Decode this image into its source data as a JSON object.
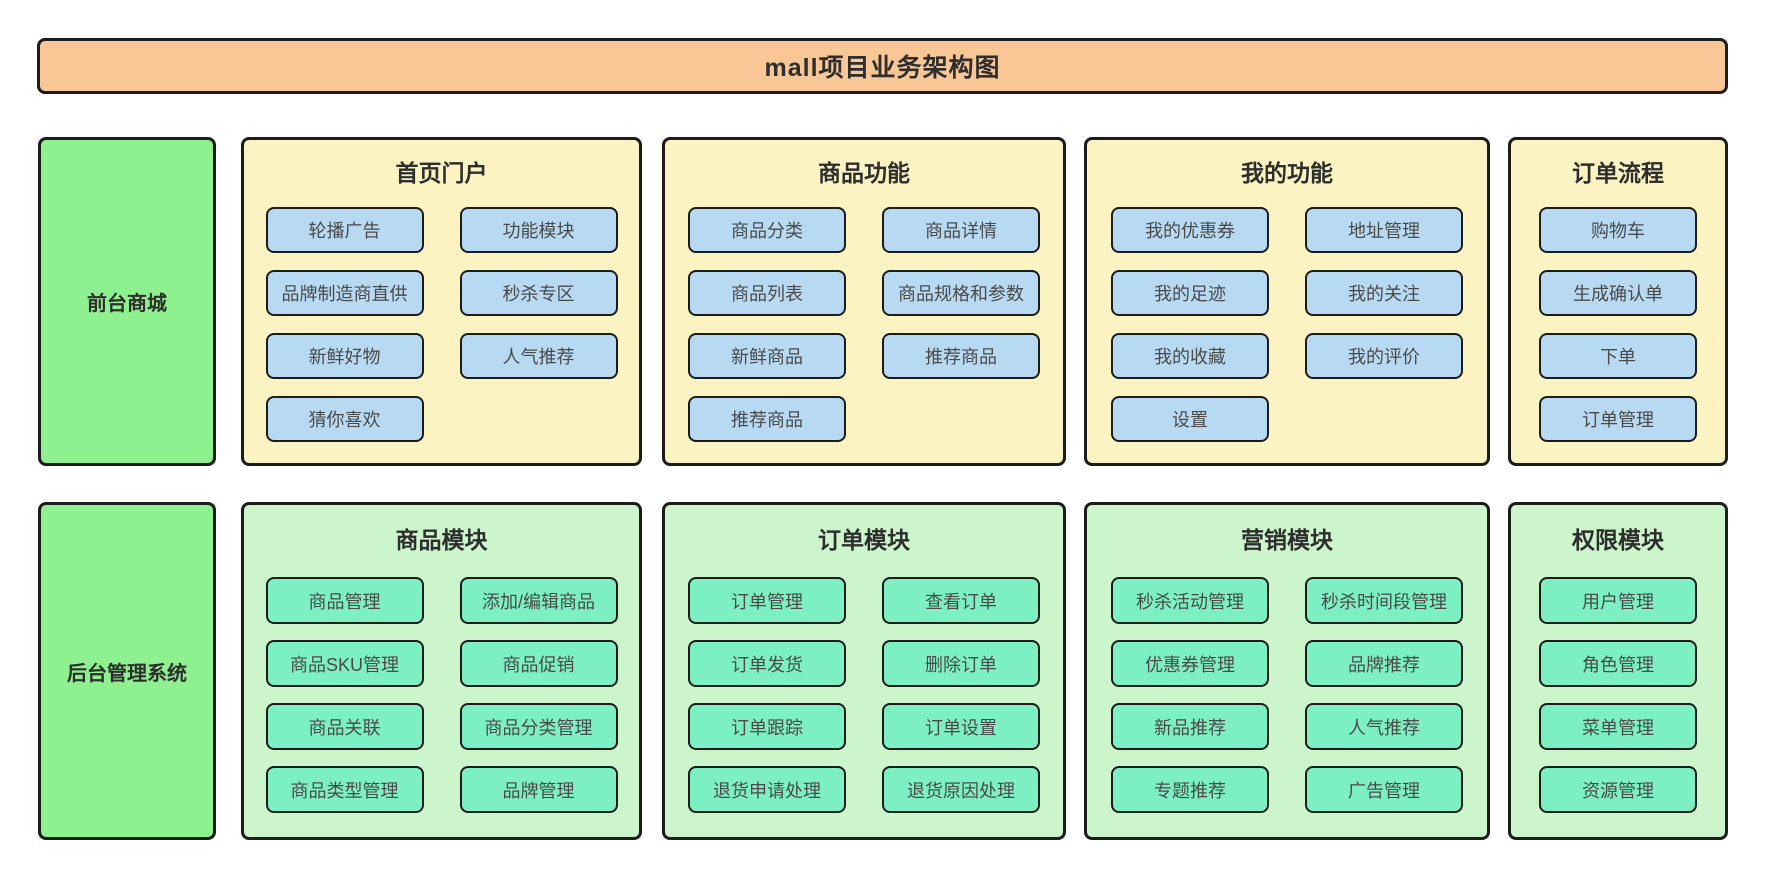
{
  "banner": {
    "title": "mall项目业务架构图"
  },
  "sections": [
    {
      "sidebar_label": "前台商城",
      "panels": [
        {
          "title": "首页门户",
          "columns": [
            [
              "轮播广告",
              "品牌制造商直供",
              "新鲜好物",
              "猜你喜欢"
            ],
            [
              "功能模块",
              "秒杀专区",
              "人气推荐"
            ]
          ]
        },
        {
          "title": "商品功能",
          "columns": [
            [
              "商品分类",
              "商品列表",
              "新鲜商品",
              "推荐商品"
            ],
            [
              "商品详情",
              "商品规格和参数",
              "推荐商品"
            ]
          ]
        },
        {
          "title": "我的功能",
          "columns": [
            [
              "我的优惠券",
              "我的足迹",
              "我的收藏",
              "设置"
            ],
            [
              "地址管理",
              "我的关注",
              "我的评价"
            ]
          ]
        },
        {
          "title": "订单流程",
          "columns": [
            [
              "购物车",
              "生成确认单",
              "下单",
              "订单管理"
            ]
          ]
        }
      ]
    },
    {
      "sidebar_label": "后台管理系统",
      "panels": [
        {
          "title": "商品模块",
          "columns": [
            [
              "商品管理",
              "商品SKU管理",
              "商品关联",
              "商品类型管理"
            ],
            [
              "添加/编辑商品",
              "商品促销",
              "商品分类管理",
              "品牌管理"
            ]
          ]
        },
        {
          "title": "订单模块",
          "columns": [
            [
              "订单管理",
              "订单发货",
              "订单跟踪",
              "退货申请处理"
            ],
            [
              "查看订单",
              "删除订单",
              "订单设置",
              "退货原因处理"
            ]
          ]
        },
        {
          "title": "营销模块",
          "columns": [
            [
              "秒杀活动管理",
              "优惠券管理",
              "新品推荐",
              "专题推荐"
            ],
            [
              "秒杀时间段管理",
              "品牌推荐",
              "人气推荐",
              "广告管理"
            ]
          ]
        },
        {
          "title": "权限模块",
          "columns": [
            [
              "用户管理",
              "角色管理",
              "菜单管理",
              "资源管理"
            ]
          ]
        }
      ]
    }
  ],
  "colors": {
    "banner_bg": "#f9c795",
    "frontend_panel_bg": "#fbf3c2",
    "frontend_button_bg": "#b8d9f2",
    "backend_panel_bg": "#ccf5cb",
    "backend_button_bg": "#7df0c3",
    "sidebar_bg": "#8ef08e",
    "border": "#1c1c1c"
  }
}
